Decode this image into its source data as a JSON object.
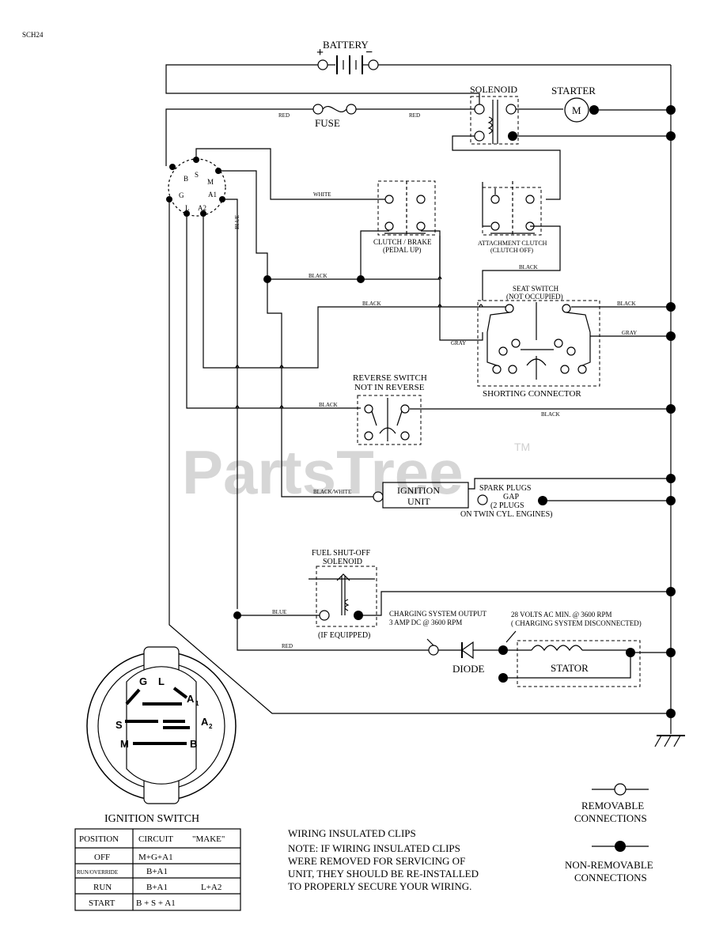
{
  "doc_id": "SCH24",
  "watermark": "PartsTree",
  "watermark_tm": "TM",
  "labels": {
    "battery": "BATTERY",
    "battery_plus": "+",
    "battery_minus": "−",
    "fuse": "FUSE",
    "solenoid": "SOLENOID",
    "starter": "STARTER",
    "starter_motor": "M",
    "clutch_brake_1": "CLUTCH / BRAKE",
    "clutch_brake_2": "(PEDAL UP)",
    "attachment_clutch_1": "ATTACHMENT CLUTCH",
    "attachment_clutch_2": "(CLUTCH OFF)",
    "seat_switch_1": "SEAT SWITCH",
    "seat_switch_2": "(NOT OCCUPIED)",
    "shorting_connector": "SHORTING CONNECTOR",
    "reverse_switch_1": "REVERSE SWITCH",
    "reverse_switch_2": "NOT IN REVERSE",
    "ignition_unit_1": "IGNITION",
    "ignition_unit_2": "UNIT",
    "spark_plugs_1": "SPARK PLUGS",
    "spark_plugs_2": "GAP",
    "spark_plugs_3": "(2 PLUGS",
    "spark_plugs_4": "ON TWIN CYL. ENGINES)",
    "fuel_shutoff_1": "FUEL SHUT-OFF",
    "fuel_shutoff_2": "SOLENOID",
    "fuel_shutoff_3": "(IF EQUIPPED)",
    "charging_output_1": "CHARGING SYSTEM OUTPUT",
    "charging_output_2": "3 AMP DC @ 3600 RPM",
    "ac_volts_1": "28 VOLTS AC MIN. @ 3600 RPM",
    "ac_volts_2": "( CHARGING SYSTEM DISCONNECTED)",
    "diode": "DIODE",
    "stator": "STATOR",
    "ignition_switch": "IGNITION SWITCH"
  },
  "wire_colors": {
    "red_1": "RED",
    "red_2": "RED",
    "red_3": "RED",
    "white": "WHITE",
    "blue_1": "BLUE",
    "blue_2": "BLUE",
    "black_1": "BLACK",
    "black_2": "BLACK",
    "black_3": "BLACK",
    "black_4": "BLACK",
    "black_5": "BLACK",
    "black_6": "BLACK",
    "gray_1": "GRAY",
    "gray_2": "GRAY",
    "black_white": "BLACK/WHITE"
  },
  "switch_terminals": {
    "b": "B",
    "s": "S",
    "m": "M",
    "g": "G",
    "a1": "A1",
    "l": "L",
    "a2": "A2"
  },
  "ignition_face": {
    "g": "G",
    "l": "L",
    "a1": "A",
    "a1_sub": "1",
    "s": "S",
    "a2": "A",
    "a2_sub": "2",
    "m": "M",
    "b": "B"
  },
  "ignition_table": {
    "headers": [
      "POSITION",
      "CIRCUIT",
      "\"MAKE\""
    ],
    "rows": [
      {
        "position": "OFF",
        "circuit": "M+G+A1",
        "extra": ""
      },
      {
        "position": "RUN/OVERRIDE",
        "circuit": "B+A1",
        "extra": ""
      },
      {
        "position": "RUN",
        "circuit": "B+A1",
        "extra": "L+A2"
      },
      {
        "position": "START",
        "circuit": "B + S + A1",
        "extra": ""
      }
    ]
  },
  "clips_note": {
    "title": "WIRING INSULATED CLIPS",
    "lines": [
      "NOTE: IF WIRING INSULATED CLIPS",
      "WERE REMOVED FOR SERVICING OF",
      "UNIT, THEY SHOULD BE RE-INSTALLED",
      "TO PROPERLY SECURE YOUR WIRING."
    ]
  },
  "legend": {
    "removable_1": "REMOVABLE",
    "removable_2": "CONNECTIONS",
    "nonremovable_1": "NON-REMOVABLE",
    "nonremovable_2": "CONNECTIONS"
  }
}
